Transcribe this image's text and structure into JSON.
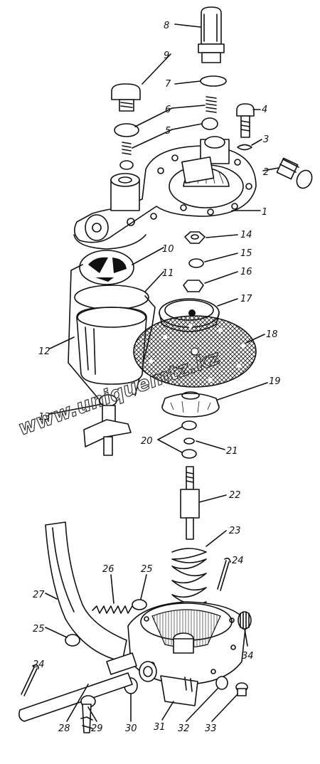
{
  "labels": {
    "p1": "1",
    "p2": "2",
    "p3": "3",
    "p4": "4",
    "p5": "5",
    "p6": "6",
    "p7": "7",
    "p8": "8",
    "p9": "9",
    "p10": "10",
    "p11": "11",
    "p12": "12",
    "p13": "13",
    "p14": "14",
    "p15": "15",
    "p16": "16",
    "p17": "17",
    "p18": "18",
    "p19": "19",
    "p20": "20",
    "p21": "21",
    "p22": "22",
    "p23": "23",
    "p24a": "24",
    "p24b": "24",
    "p25a": "25",
    "p25b": "25",
    "p26": "26",
    "p27": "27",
    "p28": "28",
    "p29": "29",
    "p30": "30",
    "p31": "31",
    "p32": "32",
    "p33": "33",
    "p34": "34"
  },
  "watermark": "www.uniquemtz.kz",
  "colors": {
    "ink": "#111111",
    "paper": "#ffffff"
  }
}
